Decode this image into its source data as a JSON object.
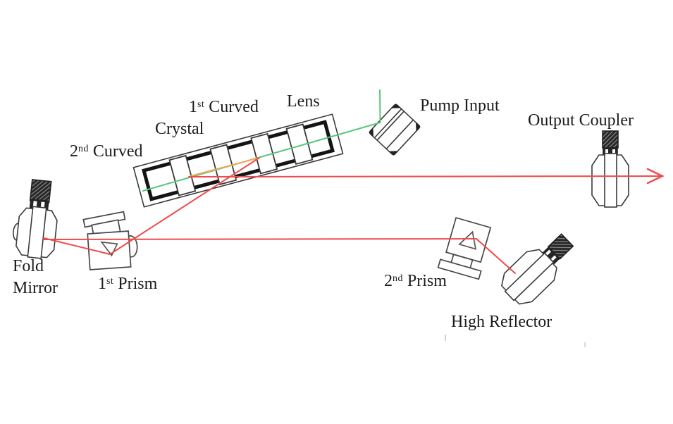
{
  "title": "Laser cavity optical layout diagram",
  "colors": {
    "beam_red": "#f04a4a",
    "beam_green": "#57c77d",
    "beam_orange": "#f6a55e",
    "ink": "#3a3a3a",
    "text": "#1c1c1c",
    "knob_dark": "#262626"
  },
  "labels": {
    "second_curved": {
      "num": "2",
      "ord": "nd",
      "rest": " Curved"
    },
    "crystal": {
      "text": "Crystal"
    },
    "first_curved": {
      "num": "1",
      "ord": "st",
      "rest": " Curved"
    },
    "lens": {
      "text": "Lens"
    },
    "pump_input": {
      "text": "Pump Input"
    },
    "output_coupler": {
      "text": "Output Coupler"
    },
    "fold_mirror": {
      "line1": "Fold",
      "line2": "Mirror"
    },
    "first_prism": {
      "num": "1",
      "ord": "st",
      "rest": " Prism"
    },
    "second_prism": {
      "num": "2",
      "ord": "nd",
      "rest": " Prism"
    },
    "high_reflector": {
      "text": "High Reflector"
    }
  }
}
